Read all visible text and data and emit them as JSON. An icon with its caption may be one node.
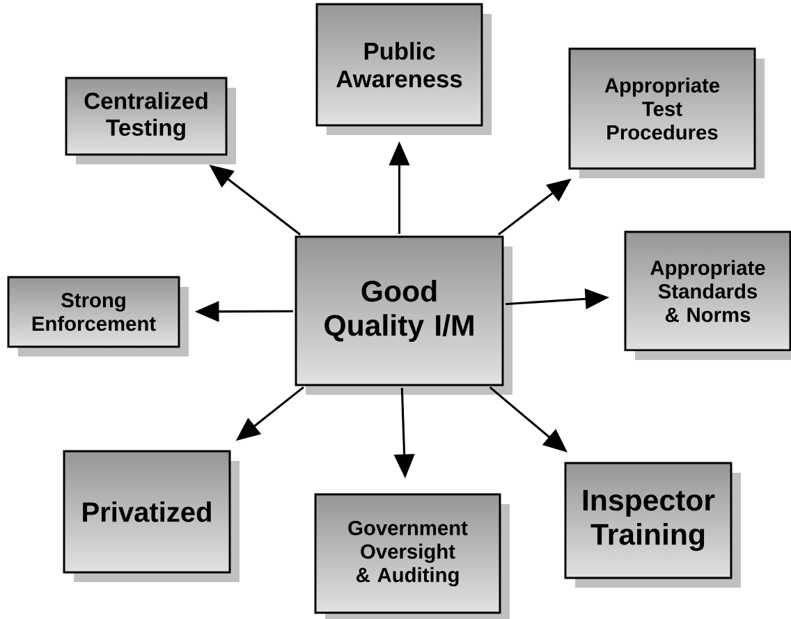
{
  "diagram": {
    "nodes": [
      {
        "text": [
          "Good Quality I/M"
        ]
      },
      {
        "text": [
          "Public Awareness"
        ]
      },
      {
        "text": [
          "Centralized Testing"
        ]
      },
      {
        "text": [
          "Appropriate Test Procedures"
        ]
      },
      {
        "text": [
          "Strong Enforcement"
        ]
      },
      {
        "text": [
          "Appropriate Standards & Norms"
        ]
      },
      {
        "text": [
          "Privatized"
        ]
      },
      {
        "text": [
          "Government Oversight & Auditing"
        ]
      },
      {
        "text": [
          "Inspector Training"
        ]
      }
    ],
    "edges": [
      {
        "from": 0,
        "to": 1,
        "arrow": "to"
      },
      {
        "from": 0,
        "to": 2,
        "arrow": "to"
      },
      {
        "from": 0,
        "to": 3,
        "arrow": "to"
      },
      {
        "from": 0,
        "to": 4,
        "arrow": "to"
      },
      {
        "from": 0,
        "to": 5,
        "arrow": "to"
      },
      {
        "from": 0,
        "to": 6,
        "arrow": "to"
      },
      {
        "from": 0,
        "to": 7,
        "arrow": "to"
      },
      {
        "from": 0,
        "to": 8,
        "arrow": "to"
      }
    ]
  }
}
